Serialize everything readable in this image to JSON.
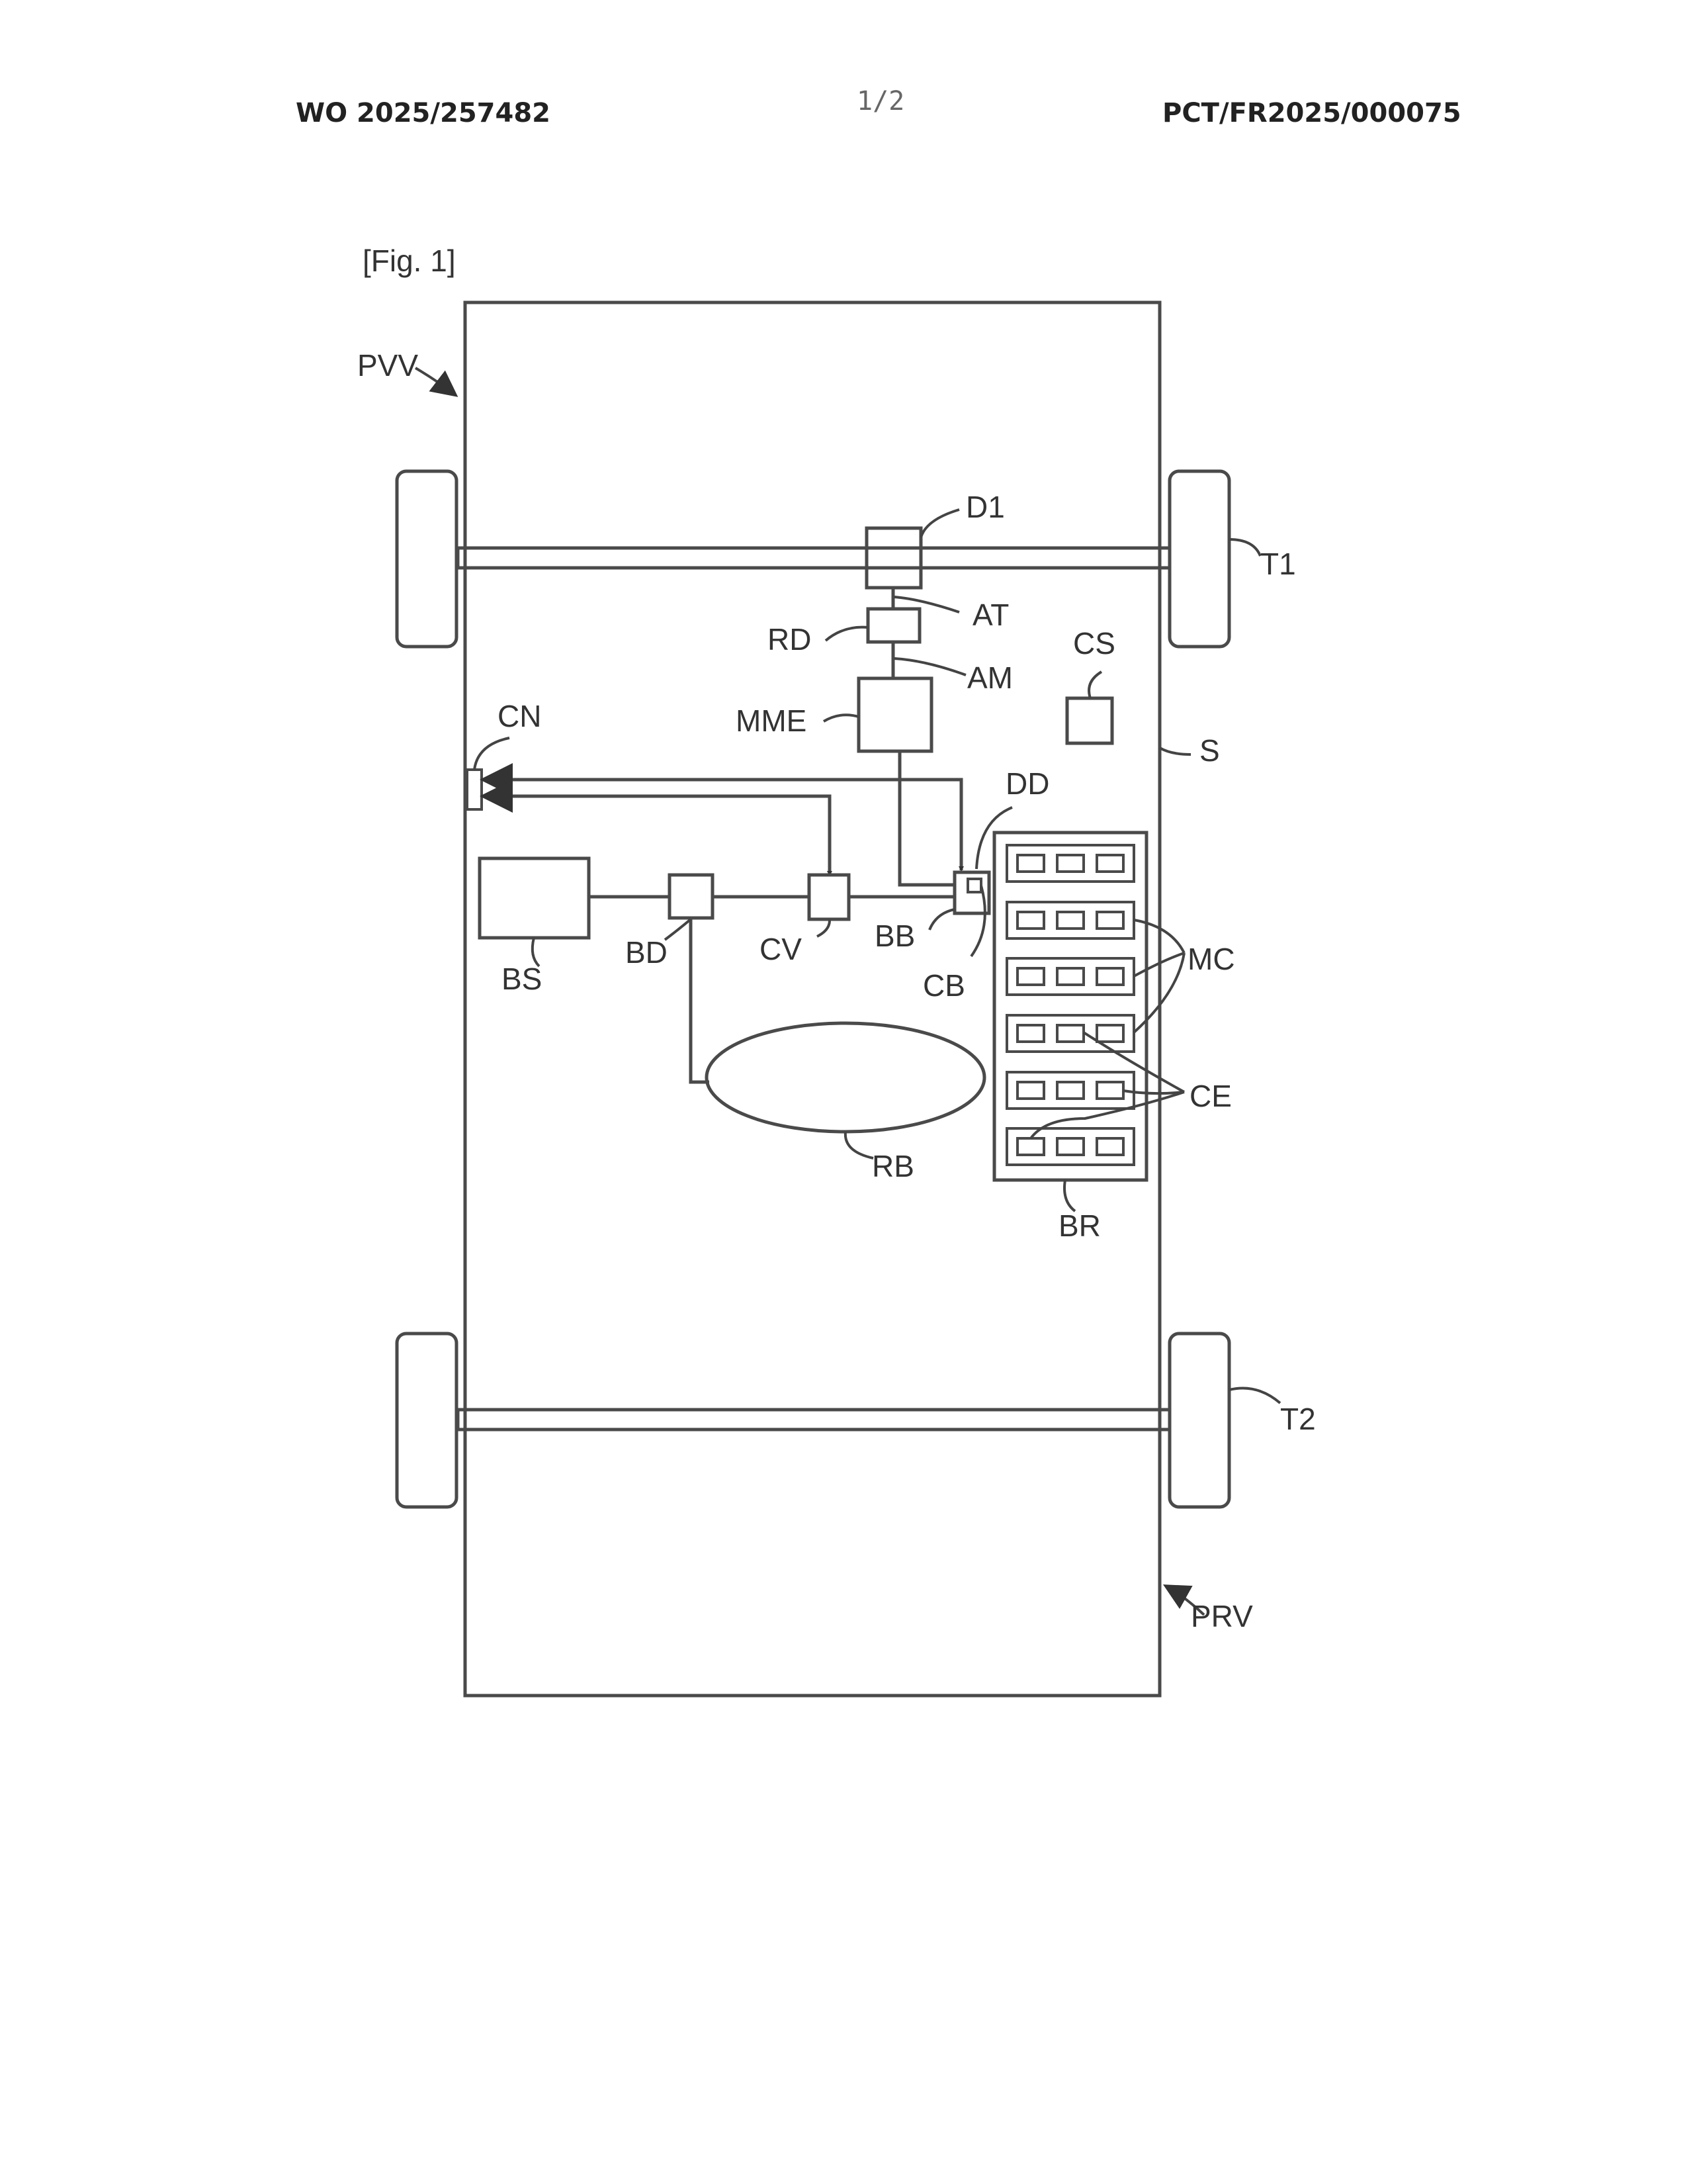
{
  "header": {
    "left": "WO 2025/257482",
    "page": "1/2",
    "right": "PCT/FR2025/000075"
  },
  "figure": {
    "caption": "[Fig. 1]",
    "labels": {
      "PVV": "PVV",
      "D1": "D1",
      "T1": "T1",
      "AT": "AT",
      "RD": "RD",
      "CS": "CS",
      "AM": "AM",
      "MME": "MME",
      "CN": "CN",
      "S": "S",
      "DD": "DD",
      "BS": "BS",
      "BD": "BD",
      "CV": "CV",
      "BB": "BB",
      "CB": "CB",
      "MC": "MC",
      "CE": "CE",
      "RB": "RB",
      "BR": "BR",
      "T2": "T2",
      "PRV": "PRV"
    }
  }
}
